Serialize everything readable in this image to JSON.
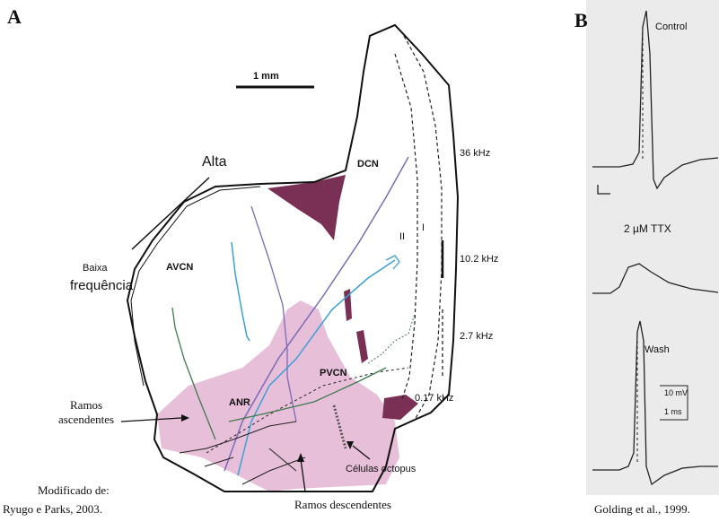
{
  "panel_a": {
    "letter": "A",
    "scale_bar": "1 mm",
    "labels": {
      "alta": "Alta",
      "baixa": "Baixa",
      "frequencia": "frequência",
      "dcn": "DCN",
      "avcn": "AVCN",
      "anr": "ANR",
      "pvcn": "PVCN",
      "ii": "II",
      "i": "I"
    },
    "frequencies": [
      "36 kHz",
      "10.2 kHz",
      "2.7 kHz",
      "0.17 kHz"
    ],
    "annotations": {
      "ramos_asc_1": "Ramos",
      "ramos_asc_2": "ascendentes",
      "celulas_octopus": "Células octopus",
      "ramos_desc": "Ramos descendentes"
    },
    "credit_line1": "Modificado de:",
    "credit_line2": "Ryugo e Parks, 2003."
  },
  "panel_b": {
    "letter": "B",
    "traces": [
      "Control",
      "2 µM TTX",
      "Wash"
    ],
    "scale_v": "10 mV",
    "scale_t": "1 ms",
    "credit": "Golding et al., 1999."
  },
  "colors": {
    "pink_region": "#e8bfd9",
    "dark_region": "#7a2f55",
    "trace_panel_bg": "#ebebeb"
  }
}
